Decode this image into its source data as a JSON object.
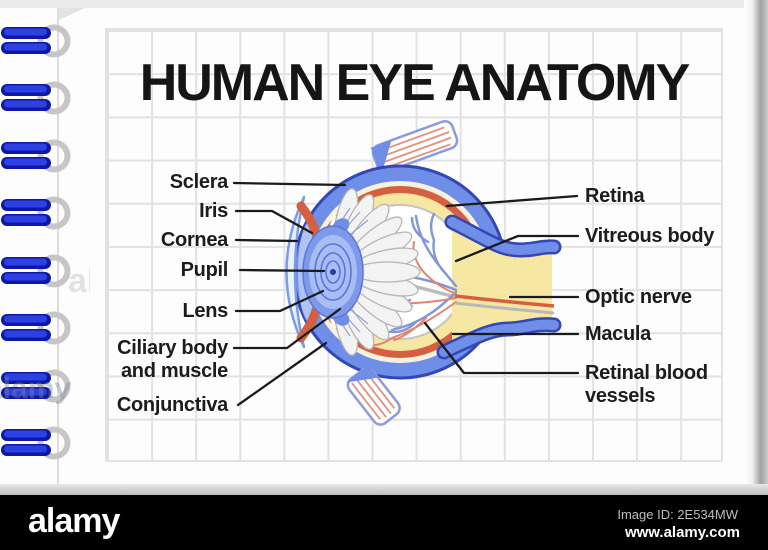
{
  "page": {
    "title": "HUMAN EYE ANATOMY"
  },
  "diagram": {
    "left_labels": {
      "sclera": "Sclera",
      "iris": "Iris",
      "cornea": "Cornea",
      "pupil": "Pupil",
      "lens": "Lens",
      "ciliary_body": "Ciliary body and muscle",
      "conjunctiva": "Conjunctiva"
    },
    "right_labels": {
      "retina": "Retina",
      "vitreous_body": "Vitreous body",
      "optic_nerve": "Optic nerve",
      "macula": "Macula",
      "retinal_blood_vessels": "Retinal blood vessels"
    },
    "colors": {
      "sclera_blue": "#6f8ee8",
      "choroid_red": "#d4603f",
      "retina_yellow": "#f6e8a2",
      "vessel_blue": "#8095da",
      "vessel_red": "#e4836e",
      "binding_blue": "#0e18a8"
    }
  },
  "watermark": {
    "text": "alamy"
  },
  "footer": {
    "brand": "alamy",
    "image_id": "Image ID: 2E534MW",
    "url": "www.alamy.com"
  }
}
